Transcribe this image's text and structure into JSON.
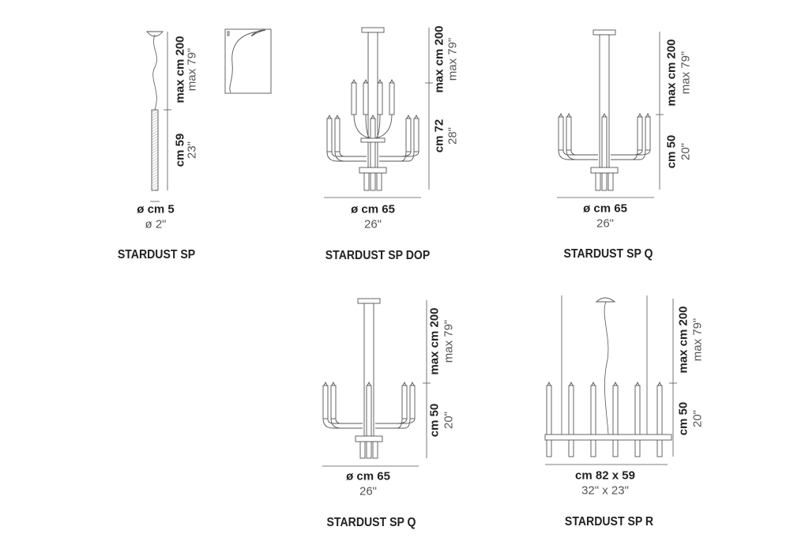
{
  "products": [
    {
      "title": "STARDUST SP",
      "height_cm": "max cm 200",
      "height_in": "max 79\"",
      "body_cm": "cm 59",
      "body_in": "23\"",
      "width_cm": "ø cm 5",
      "width_in": "ø 2\""
    },
    {
      "title": "STARDUST SP DOP",
      "height_cm": "max cm 200",
      "height_in": "max 79\"",
      "body_cm": "cm 72",
      "body_in": "28\"",
      "width_cm": "ø cm 65",
      "width_in": "26\""
    },
    {
      "title": "STARDUST SP Q",
      "height_cm": "max cm 200",
      "height_in": "max 79\"",
      "body_cm": "cm 50",
      "body_in": "20\"",
      "width_cm": "ø cm 65",
      "width_in": "26\""
    },
    {
      "title": "STARDUST SP Q",
      "height_cm": "max cm 200",
      "height_in": "max 79\"",
      "body_cm": "cm 50",
      "body_in": "20\"",
      "width_cm": "ø cm 65",
      "width_in": "26\""
    },
    {
      "title": "STARDUST SP R",
      "height_cm": "max cm 200",
      "height_in": "max 79\"",
      "body_cm": "cm 50",
      "body_in": "20\"",
      "width_cm": "cm 82 x 59",
      "width_in": "32\" x 23\""
    }
  ],
  "colors": {
    "line": "#555555",
    "text": "#222222",
    "dim_text": "#555555"
  }
}
